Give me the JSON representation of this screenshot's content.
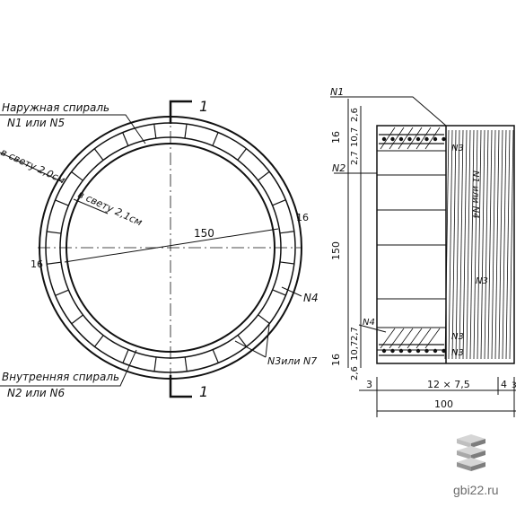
{
  "drawing": {
    "plan": {
      "section_mark_top": "1",
      "section_mark_bottom": "1",
      "outer_spiral_label": "Наружная спираль",
      "outer_spiral_sub": "N1 или N5",
      "inner_spiral_label": "Внутренняя спираль",
      "inner_spiral_sub": "N2 или N6",
      "clear_outer": "в свету 2,0см",
      "clear_inner": "в свету 2,1см",
      "diameter": "150",
      "wall_left": "16",
      "wall_right": "16",
      "n4": "N4",
      "n3_or_n7": "N3или N7"
    },
    "section": {
      "n1": "N1",
      "n2": "N2",
      "n3_top": "N3",
      "n3_mid": "N3",
      "n3_bot1": "N3",
      "n3_bot2": "N3",
      "n1_or_n4": "N1 или N4",
      "n4": "N4",
      "top_16": "16",
      "bot_16": "16",
      "height_150": "150",
      "d_26_top": "2,6",
      "d_107_top": "10,7",
      "d_27_top": "2,7",
      "d_27_bot": "2,7",
      "d_107_bot": "10,7",
      "d_26_bot": "2,6",
      "bottom_3": "3",
      "bottom_spacing": "12 × 7,5",
      "bottom_4": "4",
      "bottom_3r": "3",
      "total_100": "100"
    }
  },
  "watermark": {
    "site": "gbi22.ru",
    "icon": "stacked-slabs-icon"
  }
}
